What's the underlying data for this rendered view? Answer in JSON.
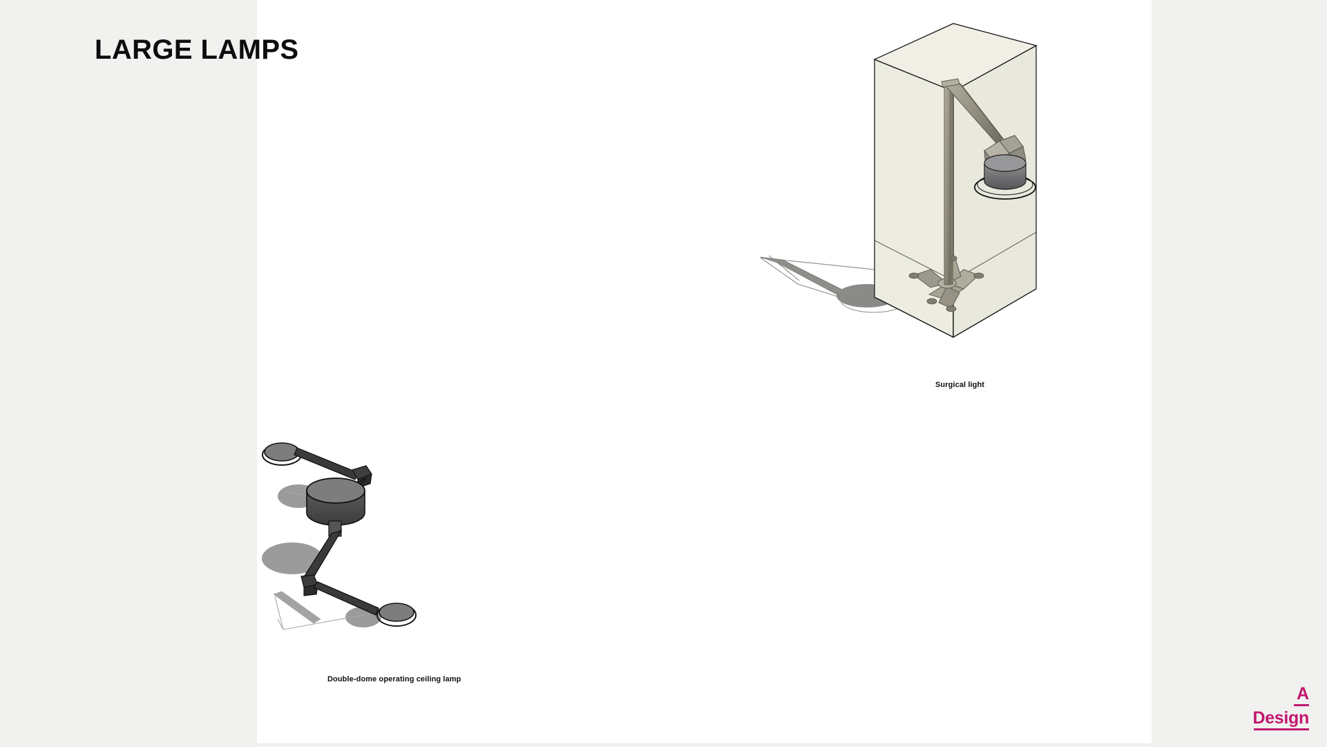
{
  "page": {
    "title": "LARGE LAMPS",
    "background_color": "#f1f1ef",
    "sheet_color": "#ffffff"
  },
  "figures": [
    {
      "id": "surgical-light",
      "caption": "Surgical light",
      "description": "Isometric line drawing of a mobile floor-standing surgical light inside a tall beige bounding box, with a star caster base, vertical pole, curved arm and dome lamp head, plus a cast shadow to the lower left.",
      "colors": {
        "box_fill": "#edece1",
        "outline": "#1a1a1a",
        "metal": "#9a9688",
        "metal_dark": "#6f6c62",
        "head_fill": "#6a6a6a",
        "head_top": "#8f8f8f",
        "shadow": "#8c8c8c"
      }
    },
    {
      "id": "double-dome-ceiling-lamp",
      "caption": "Double-dome operating ceiling lamp",
      "description": "Isometric line drawing of a double-dome operating ceiling lamp: a large central dome on a stem with two articulated arms carrying smaller domes, with grey cast shadows.",
      "colors": {
        "dome_top": "#7d7d7d",
        "dome_side": "#4a4a4a",
        "arm": "#3a3a3a",
        "outline": "#111111",
        "shadow": "#9b9b9b"
      }
    }
  ],
  "logo": {
    "line1": "A",
    "line2": "Design",
    "color": "#c2186f"
  }
}
